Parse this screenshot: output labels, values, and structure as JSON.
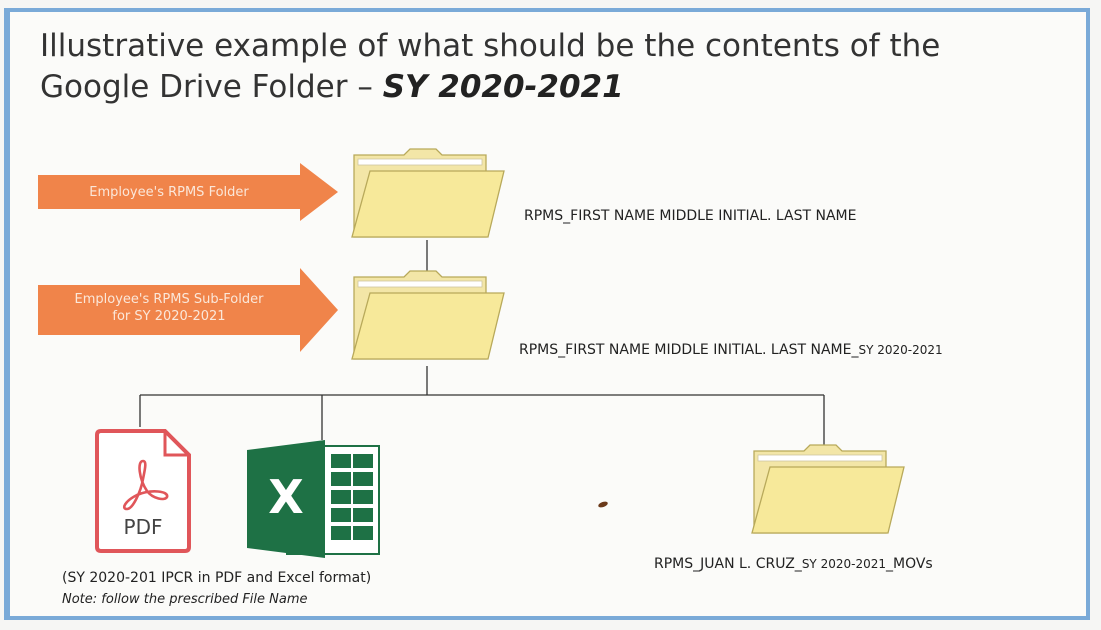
{
  "title": {
    "line1": "Illustrative example of what should be the contents of the",
    "line2_prefix": "Google Drive Folder – ",
    "line2_emphasis": "SY 2020-2021"
  },
  "arrows": {
    "folder": {
      "label": "Employee's RPMS Folder"
    },
    "subfolder": {
      "line1": "Employee's RPMS Sub-Folder",
      "line2": "for SY 2020-2021"
    }
  },
  "folders": {
    "main": {
      "label": "RPMS_FIRST NAME MIDDLE INITIAL. LAST NAME"
    },
    "sub": {
      "label_main": "RPMS_FIRST NAME MIDDLE INITIAL. LAST NAME_",
      "label_sy": "SY 2020-2021"
    },
    "movs": {
      "label_prefix": "RPMS_JUAN L. CRUZ_",
      "label_sy": "SY 2020-2021",
      "label_suffix": "_MOVs"
    }
  },
  "files": {
    "pdf": {
      "icon": "pdf-file-icon",
      "text": "PDF"
    },
    "excel": {
      "icon": "excel-file-icon",
      "text": "X"
    }
  },
  "caption": {
    "line1": "(SY 2020-201 IPCR in PDF and Excel format)",
    "note": "Note: follow the prescribed File Name"
  },
  "colors": {
    "frame": "#7aaad8",
    "arrow": "#f0844a",
    "folder_fill": "#f7e99a",
    "folder_stroke": "#b8a95a",
    "pdf_red": "#e0565a",
    "excel_green": "#1e7145"
  }
}
